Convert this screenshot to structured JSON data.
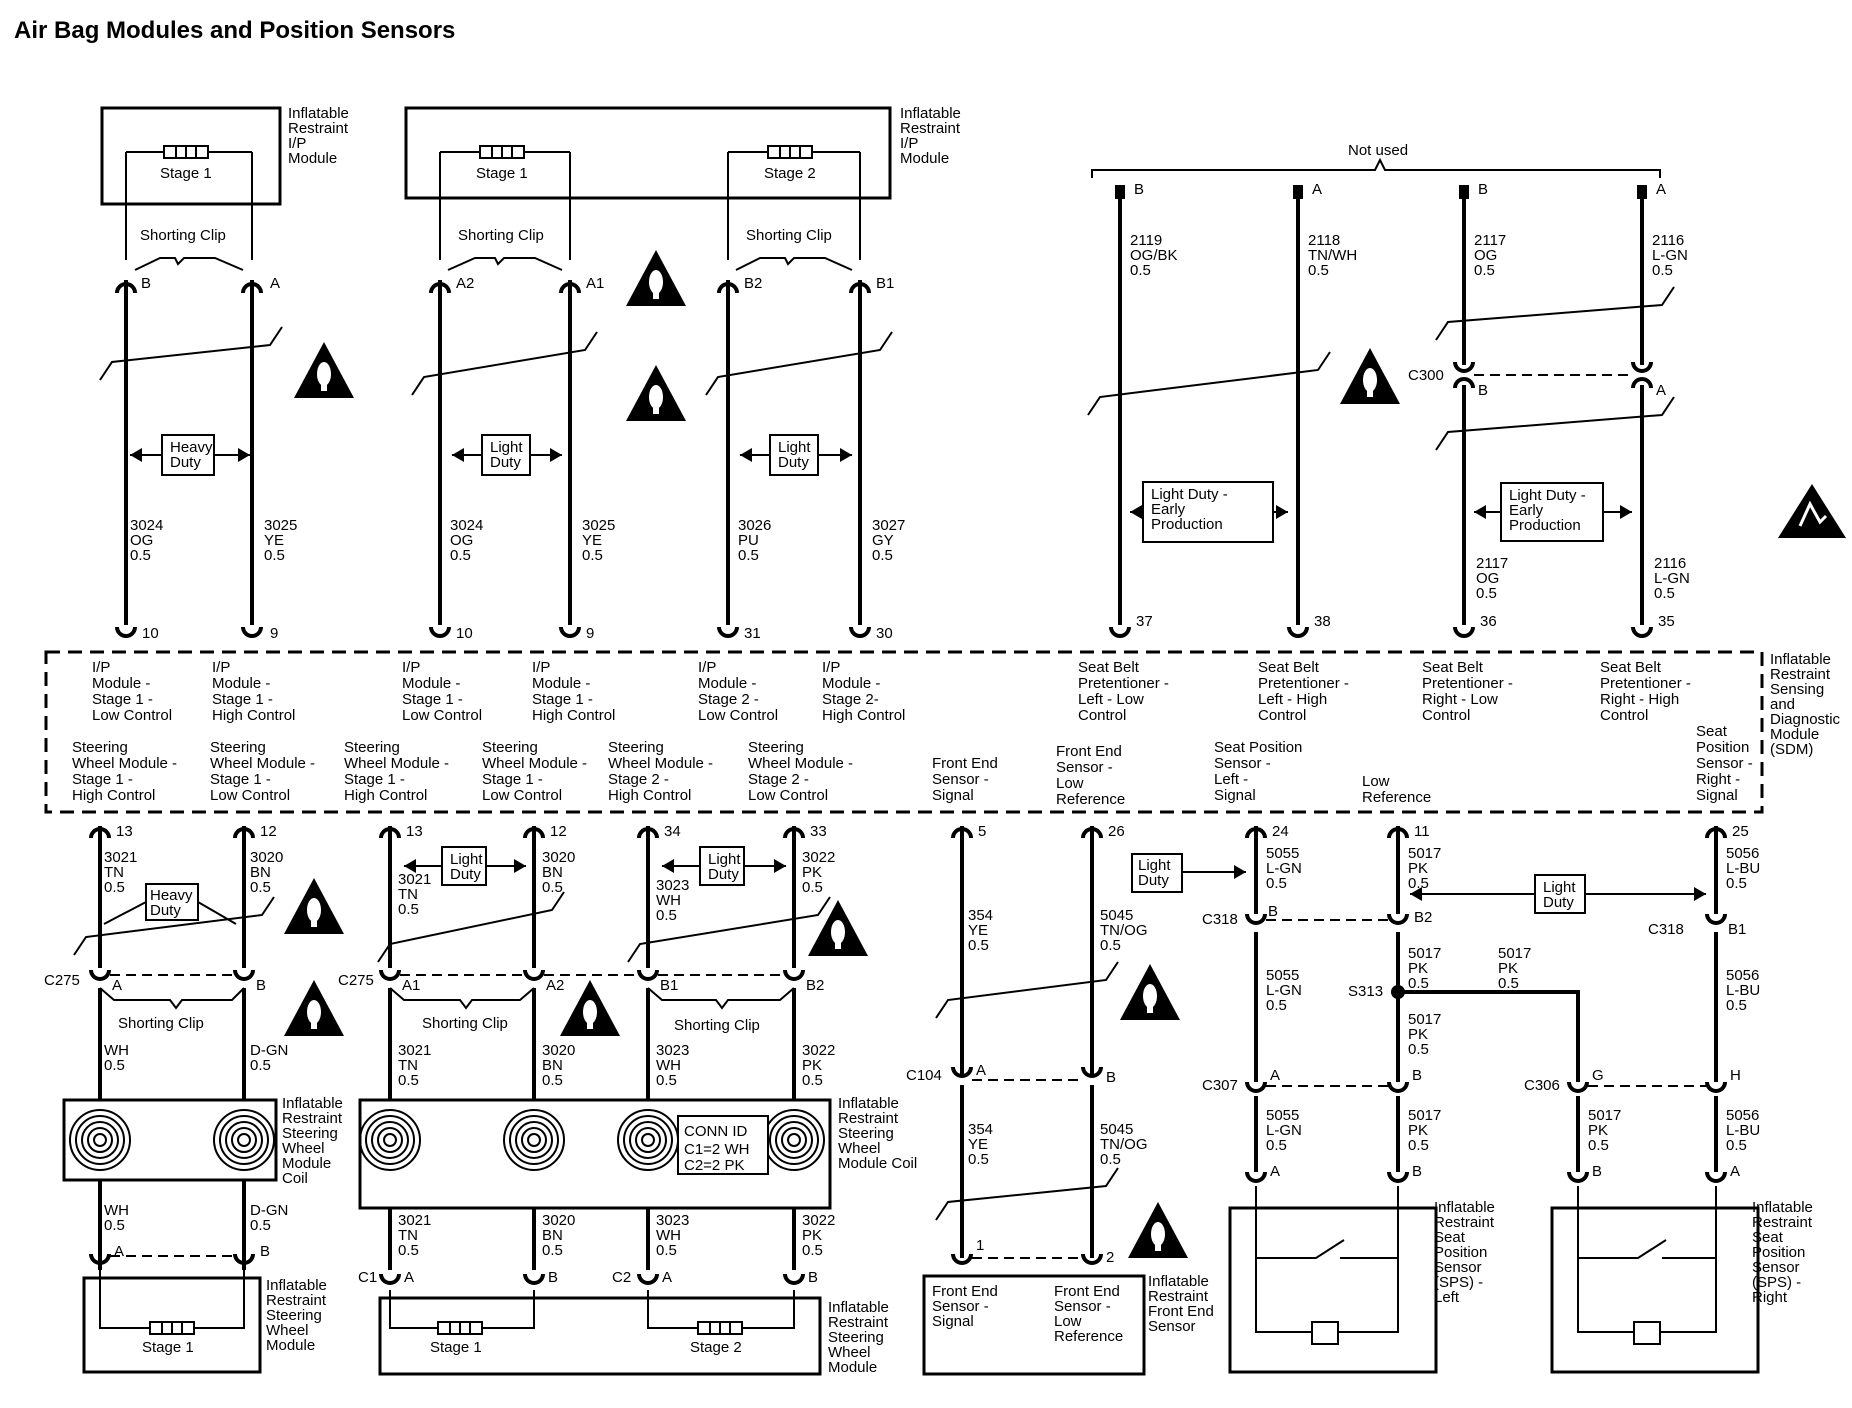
{
  "title": "Air Bag Modules and Position Sensors",
  "not_used": "Not used",
  "warning_icon": "warning-triangle-icon",
  "esd_icon": "esd-caution-icon",
  "labels": {
    "ip_module": [
      "Inflatable",
      "Restraint",
      "I/P",
      "Module"
    ],
    "coil": [
      "Inflatable",
      "Restraint",
      "Steering",
      "Wheel",
      "Module",
      "Coil"
    ],
    "coil2": [
      "Inflatable",
      "Restraint",
      "Steering",
      "Wheel",
      "Module Coil"
    ],
    "sw_module": [
      "Inflatable",
      "Restraint",
      "Steering",
      "Wheel",
      "Module"
    ],
    "sdm": [
      "Inflatable",
      "Restraint",
      "Sensing",
      "and",
      "Diagnostic",
      "Module",
      "(SDM)"
    ],
    "front_sensor": [
      "Inflatable",
      "Restraint",
      "Front End",
      "Sensor"
    ],
    "sps_left": [
      "Inflatable",
      "Restraint",
      "Seat",
      "Position",
      "Sensor",
      "(SPS) -",
      "Left"
    ],
    "sps_right": [
      "Inflatable",
      "Restraint",
      "Seat",
      "Position",
      "Sensor",
      "(SPS) -",
      "Right"
    ],
    "stage1": "Stage 1",
    "stage2": "Stage 2",
    "shorting_clip": "Shorting Clip",
    "heavy_duty": [
      "Heavy",
      "Duty"
    ],
    "light_duty": [
      "Light",
      "Duty"
    ],
    "light_early": [
      "Light Duty -",
      "Early",
      "Production"
    ],
    "conn_id": [
      "CONN ID",
      "C1=2 WH",
      "C2=2 PK"
    ],
    "fe_signal": [
      "Front End",
      "Sensor -",
      "Signal"
    ],
    "fe_lowref": [
      "Front End",
      "Sensor -",
      "Low",
      "Reference"
    ]
  },
  "sdm_functions": {
    "ip1_s1_low": [
      "I/P",
      "Module -",
      "Stage 1 -",
      "Low Control"
    ],
    "ip1_s1_high": [
      "I/P",
      "Module -",
      "Stage 1 -",
      "High Control"
    ],
    "ip2_s1_low": [
      "I/P",
      "Module -",
      "Stage 1 -",
      "Low Control"
    ],
    "ip2_s1_high": [
      "I/P",
      "Module -",
      "Stage 1 -",
      "High Control"
    ],
    "ip2_s2_low": [
      "I/P",
      "Module -",
      "Stage 2 -",
      "Low Control"
    ],
    "ip2_s2_high": [
      "I/P",
      "Module -",
      "Stage 2-",
      "High Control"
    ],
    "sbp_ll": [
      "Seat Belt",
      "Pretentioner -",
      "Left - Low",
      "Control"
    ],
    "sbp_lh": [
      "Seat Belt",
      "Pretentioner -",
      "Left - High",
      "Control"
    ],
    "sbp_rl": [
      "Seat Belt",
      "Pretentioner -",
      "Right - Low",
      "Control"
    ],
    "sbp_rh": [
      "Seat Belt",
      "Pretentioner -",
      "Right - High",
      "Control"
    ],
    "sw1_s1_high": [
      "Steering",
      "Wheel Module -",
      "Stage 1 -",
      "High Control"
    ],
    "sw1_s1_low": [
      "Steering",
      "Wheel Module -",
      "Stage 1 -",
      "Low Control"
    ],
    "sw2_s1_high": [
      "Steering",
      "Wheel Module -",
      "Stage 1 -",
      "High Control"
    ],
    "sw2_s1_low": [
      "Steering",
      "Wheel Module -",
      "Stage 1 -",
      "Low Control"
    ],
    "sw2_s2_high": [
      "Steering",
      "Wheel Module -",
      "Stage 2 -",
      "High Control"
    ],
    "sw2_s2_low": [
      "Steering",
      "Wheel Module -",
      "Stage 2 -",
      "Low Control"
    ],
    "fe_signal": [
      "Front End",
      "Sensor -",
      "Signal"
    ],
    "fe_lowref": [
      "Front End",
      "Sensor -",
      "Low",
      "Reference"
    ],
    "sps_left_sig": [
      "Seat Position",
      "Sensor -",
      "Left -",
      "Signal"
    ],
    "low_ref": [
      "Low",
      "Reference"
    ],
    "sps_right_sig": [
      "Seat",
      "Position",
      "Sensor -",
      "Right -",
      "Signal"
    ]
  },
  "pins": {
    "p10a": "10",
    "p9a": "9",
    "p10b": "10",
    "p9b": "9",
    "p31": "31",
    "p30": "30",
    "p37": "37",
    "p38": "38",
    "p36": "36",
    "p35": "35",
    "p13a": "13",
    "p12a": "12",
    "p13b": "13",
    "p12b": "12",
    "p34": "34",
    "p33": "33",
    "p5": "5",
    "p26": "26",
    "p24": "24",
    "p11": "11",
    "p25": "25",
    "tB": "B",
    "tA": "A",
    "tA2": "A2",
    "tA1": "A1",
    "tB2": "B2",
    "tB1": "B1",
    "n1": "1",
    "n2": "2",
    "G": "G",
    "H": "H"
  },
  "connectors": {
    "C300": "C300",
    "C275": "C275",
    "C104": "C104",
    "C318": "C318",
    "C307": "C307",
    "C306": "C306",
    "C1": "C1",
    "C2": "C2",
    "S313": "S313"
  },
  "wires": {
    "w3024": [
      "3024",
      "OG",
      "0.5"
    ],
    "w3025": [
      "3025",
      "YE",
      "0.5"
    ],
    "w3026": [
      "3026",
      "PU",
      "0.5"
    ],
    "w3027": [
      "3027",
      "GY",
      "0.5"
    ],
    "w2119": [
      "2119",
      "OG/BK",
      "0.5"
    ],
    "w2118": [
      "2118",
      "TN/WH",
      "0.5"
    ],
    "w2117": [
      "2117",
      "OG",
      "0.5"
    ],
    "w2116": [
      "2116",
      "L-GN",
      "0.5"
    ],
    "w3021": [
      "3021",
      "TN",
      "0.5"
    ],
    "w3020": [
      "3020",
      "BN",
      "0.5"
    ],
    "w3023": [
      "3023",
      "WH",
      "0.5"
    ],
    "w3022": [
      "3022",
      "PK",
      "0.5"
    ],
    "wWH": [
      "WH",
      "0.5"
    ],
    "wDGN": [
      "D-GN",
      "0.5"
    ],
    "w354": [
      "354",
      "YE",
      "0.5"
    ],
    "w5045": [
      "5045",
      "TN/OG",
      "0.5"
    ],
    "w5055": [
      "5055",
      "L-GN",
      "0.5"
    ],
    "w5017": [
      "5017",
      "PK",
      "0.5"
    ],
    "w5056": [
      "5056",
      "L-BU",
      "0.5"
    ]
  }
}
